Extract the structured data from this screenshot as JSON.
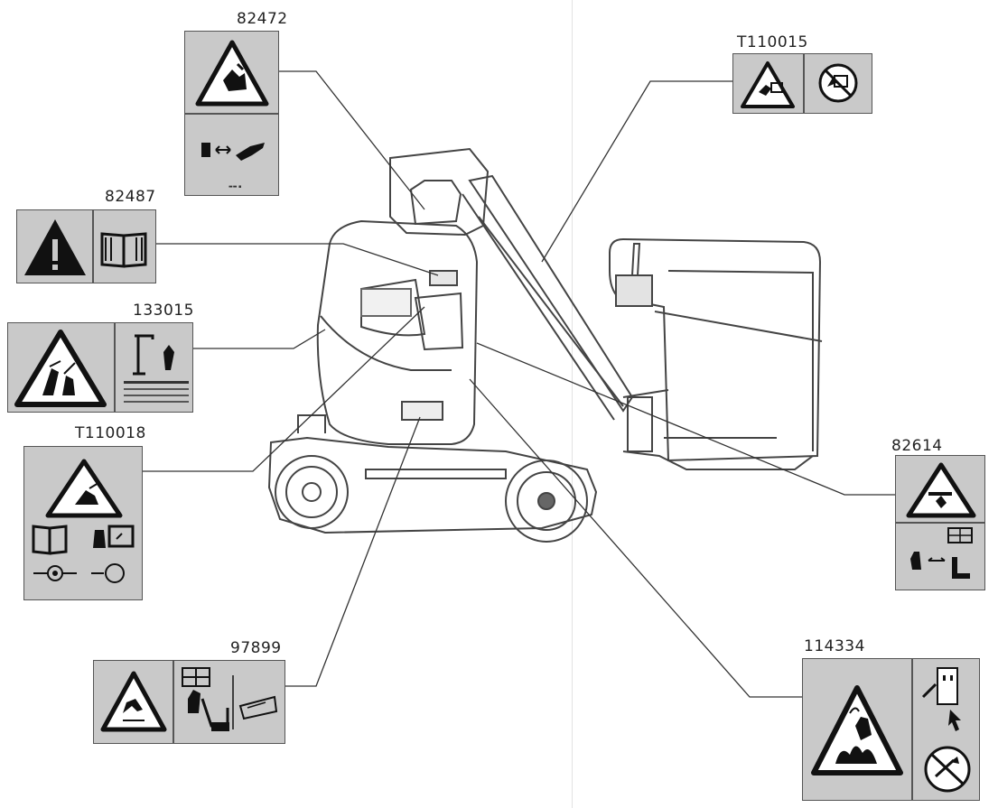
{
  "decals": {
    "d82472": {
      "part_number": "82472",
      "warning": "crush-hazard-hand-icon",
      "instruction": "keep-clear-icon"
    },
    "d82487": {
      "part_number": "82487",
      "warning": "general-warning-icon",
      "instruction": "read-manual-icon"
    },
    "d133015": {
      "part_number": "133015",
      "warning": "tip-over-hazard-icon",
      "instruction": "load-chart-icon"
    },
    "dT110018": {
      "part_number": "T110018",
      "warning": "tip-over-hazard-icon",
      "instruction": "read-manual-and-operate-icon"
    },
    "d97899": {
      "part_number": "97899",
      "warning": "fall-hazard-icon",
      "instruction": "guardrail-lanyard-icon"
    },
    "dT110015": {
      "part_number": "T110015",
      "warning": "entanglement-hazard-icon",
      "instruction": "no-riding-icon"
    },
    "d82614": {
      "part_number": "82614",
      "warning": "crush-hazard-platform-icon",
      "instruction": "keep-clear-platform-icon"
    },
    "d114334": {
      "part_number": "114334",
      "warning": "electrocution-burn-icon",
      "instruction": "unplug-power-icon"
    }
  },
  "colors": {
    "decal_fill": "#c9c9c9",
    "line": "#333333",
    "machine": "#444444"
  }
}
